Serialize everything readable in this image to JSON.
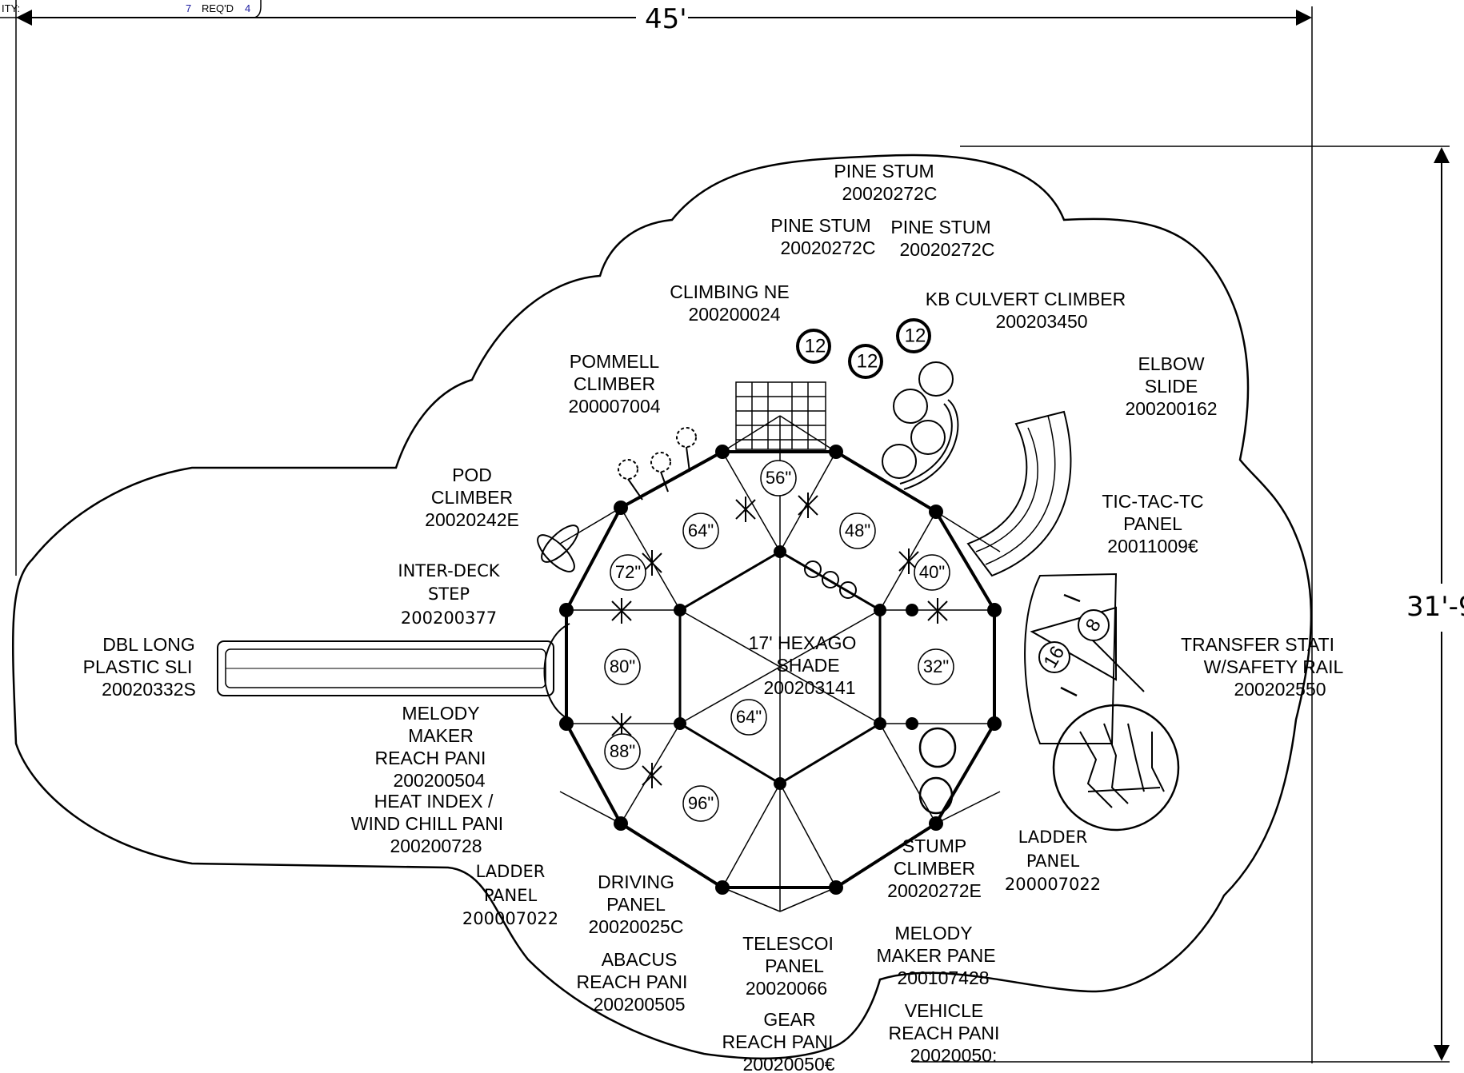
{
  "header": {
    "quantity_label": "ITY:",
    "quantity_value": "7",
    "required_label": "REQ'D",
    "required_value": "4"
  },
  "dimensions": {
    "width": "45'",
    "height": "31'-9"
  },
  "components": [
    {
      "lines": [
        "PINE STUM",
        "20020272C"
      ]
    },
    {
      "lines": [
        "PINE STUM",
        "20020272C"
      ]
    },
    {
      "lines": [
        "PINE STUM",
        "20020272C"
      ]
    },
    {
      "lines": [
        "CLIMBING NE",
        "200200024"
      ]
    },
    {
      "lines": [
        "KB CULVERT CLIMBER",
        "200203450"
      ]
    },
    {
      "lines": [
        "POMMELL",
        "CLIMBER",
        "200007004"
      ]
    },
    {
      "lines": [
        "ELBOW",
        "SLIDE",
        "200200162"
      ]
    },
    {
      "lines": [
        "POD",
        "CLIMBER",
        "20020242E"
      ]
    },
    {
      "lines": [
        "TIC-TAC-TC",
        "PANEL",
        "20011009€"
      ]
    },
    {
      "lines": [
        "INTER-DECK",
        "STEP",
        "200200377"
      ]
    },
    {
      "lines": [
        "DBL LONG",
        "PLASTIC SLI",
        "20020332S"
      ]
    },
    {
      "lines": [
        "17' HEXAGO",
        "SHADE",
        "200203141"
      ]
    },
    {
      "lines": [
        "TRANSFER STATI",
        "W/SAFETY RAIL",
        "200202550"
      ]
    },
    {
      "lines": [
        "MELODY",
        "MAKER",
        "REACH PANI",
        "200200504"
      ]
    },
    {
      "lines": [
        "HEAT INDEX /",
        "WIND CHILL PANI",
        "200200728"
      ]
    },
    {
      "lines": [
        "LADDER",
        "PANEL",
        "200007022"
      ]
    },
    {
      "lines": [
        "LADDER",
        "PANEL",
        "200007022"
      ]
    },
    {
      "lines": [
        "STUMP",
        "CLIMBER",
        "20020272E"
      ]
    },
    {
      "lines": [
        "DRIVING",
        "PANEL",
        "20020025C"
      ]
    },
    {
      "lines": [
        "ABACUS",
        "REACH PANI",
        "200200505"
      ]
    },
    {
      "lines": [
        "TELESCOI",
        "PANEL",
        "20020066"
      ]
    },
    {
      "lines": [
        "GEAR",
        "REACH PANI",
        "20020050€"
      ]
    },
    {
      "lines": [
        "MELODY",
        "MAKER PANE",
        "200107428"
      ]
    },
    {
      "lines": [
        "VEHICLE",
        "REACH PANI",
        "20020050:"
      ]
    }
  ],
  "deck_heights": [
    "56\"",
    "64\"",
    "48\"",
    "72\"",
    "40\"",
    "80\"",
    "32\"",
    "64\"",
    "88\"",
    "96\""
  ],
  "step_heights": [
    "12",
    "12",
    "12"
  ],
  "transfer_heights": [
    "8",
    "16"
  ]
}
